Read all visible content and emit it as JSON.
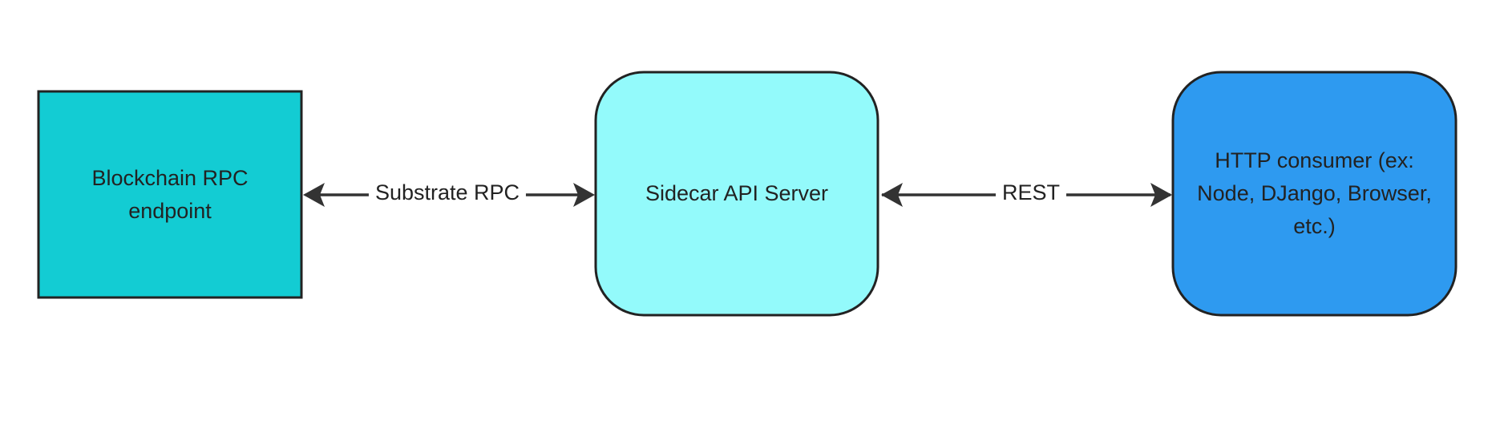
{
  "nodes": [
    {
      "id": "blockchain",
      "label": "Blockchain RPC endpoint",
      "fill": "#13CCD3",
      "shape": "rectangle"
    },
    {
      "id": "sidecar",
      "label": "Sidecar API Server",
      "fill": "#93FAFB",
      "shape": "rounded-rectangle"
    },
    {
      "id": "consumer",
      "label": "HTTP consumer (ex: Node, DJango, Browser, etc.)",
      "fill": "#2E9AF0",
      "shape": "rounded-rectangle"
    }
  ],
  "edges": [
    {
      "from": "blockchain",
      "to": "sidecar",
      "label": "Substrate RPC",
      "direction": "bidirectional"
    },
    {
      "from": "sidecar",
      "to": "consumer",
      "label": "REST",
      "direction": "bidirectional"
    }
  ],
  "colors": {
    "stroke": "#222222",
    "arrow": "#333333",
    "text": "#222222"
  }
}
